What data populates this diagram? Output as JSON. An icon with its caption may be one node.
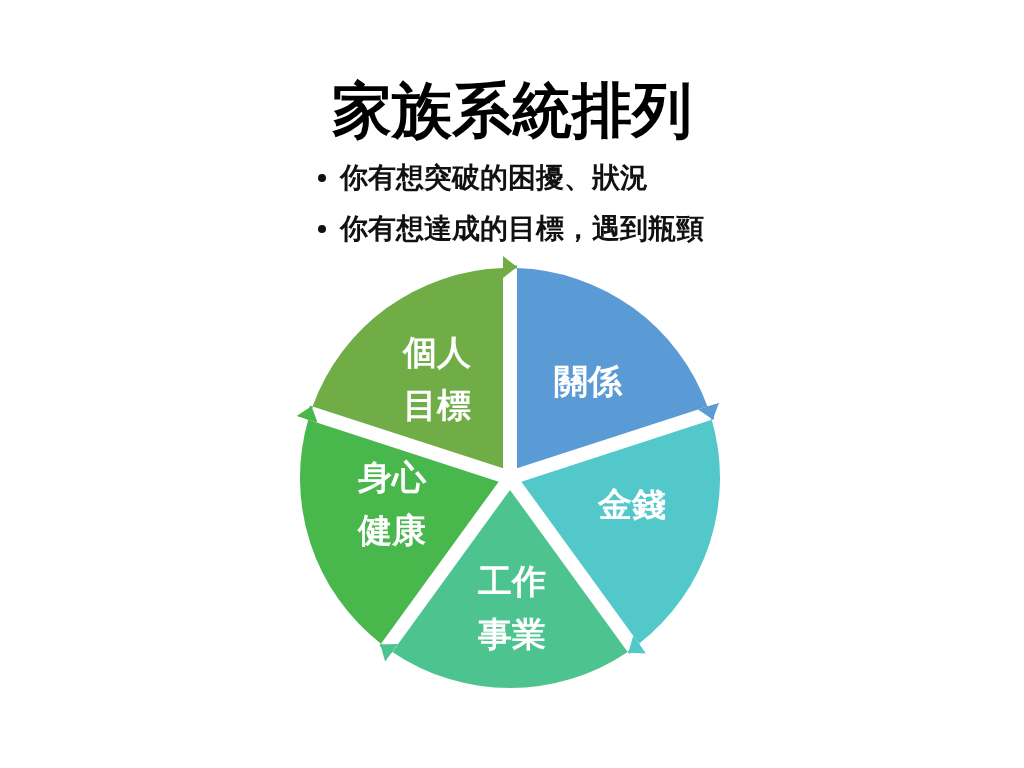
{
  "diagram": {
    "title": "家族系統排列",
    "nodes": [
      {
        "text": [
          "關係"
        ]
      },
      {
        "text": [
          "金錢"
        ]
      },
      {
        "text": [
          "工作事業"
        ]
      },
      {
        "text": [
          "身心健康"
        ]
      },
      {
        "text": [
          "個人目標"
        ]
      }
    ],
    "edges": [
      {
        "from": 0,
        "to": 1,
        "arrow": "to",
        "color": "#5b9bd5"
      },
      {
        "from": 1,
        "to": 2,
        "arrow": "to",
        "color": "#52c8cb"
      },
      {
        "from": 2,
        "to": 3,
        "arrow": "to",
        "color": "#4dc48f"
      },
      {
        "from": 3,
        "to": 4,
        "arrow": "to",
        "color": "#48b84c"
      },
      {
        "from": 4,
        "to": 0,
        "arrow": "to",
        "color": "#70ad47"
      }
    ],
    "labels": [
      "你有想突破的困擾、狀況",
      "你有想達成的目標，遇到瓶頸"
    ]
  }
}
